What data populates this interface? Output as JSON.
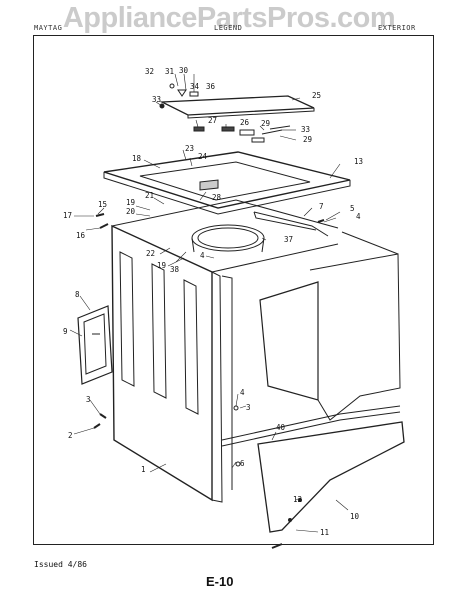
{
  "watermark": "AppliancePartsPros.com",
  "header": {
    "left": "MAYTAG",
    "mid": "LEGEND",
    "right": "EXTERIOR"
  },
  "footer": {
    "issued": "Issued 4/86",
    "page": "E-10"
  },
  "callouts": {
    "c32": "32",
    "c31": "31",
    "c30": "30",
    "c34": "34",
    "c36": "36",
    "c25": "25",
    "c33a": "33",
    "c27": "27",
    "c26": "26",
    "c29a": "29",
    "c33b": "33",
    "c29b": "29",
    "c23": "23",
    "c24": "24",
    "c18": "18",
    "c13": "13",
    "c21": "21",
    "c28": "28",
    "c19a": "19",
    "c20": "20",
    "c15": "15",
    "c17": "17",
    "c16": "16",
    "c7": "7",
    "c5": "5",
    "c4a": "4",
    "c37": "37",
    "c22": "22",
    "c19b": "19",
    "c38": "38",
    "c4b": "4",
    "c8": "8",
    "c9": "9",
    "c3": "3",
    "c2": "2",
    "c4c": "4",
    "c3b": "3",
    "c40": "40",
    "c1": "1",
    "c6": "6",
    "c12": "12",
    "c10": "10",
    "c11": "11"
  }
}
